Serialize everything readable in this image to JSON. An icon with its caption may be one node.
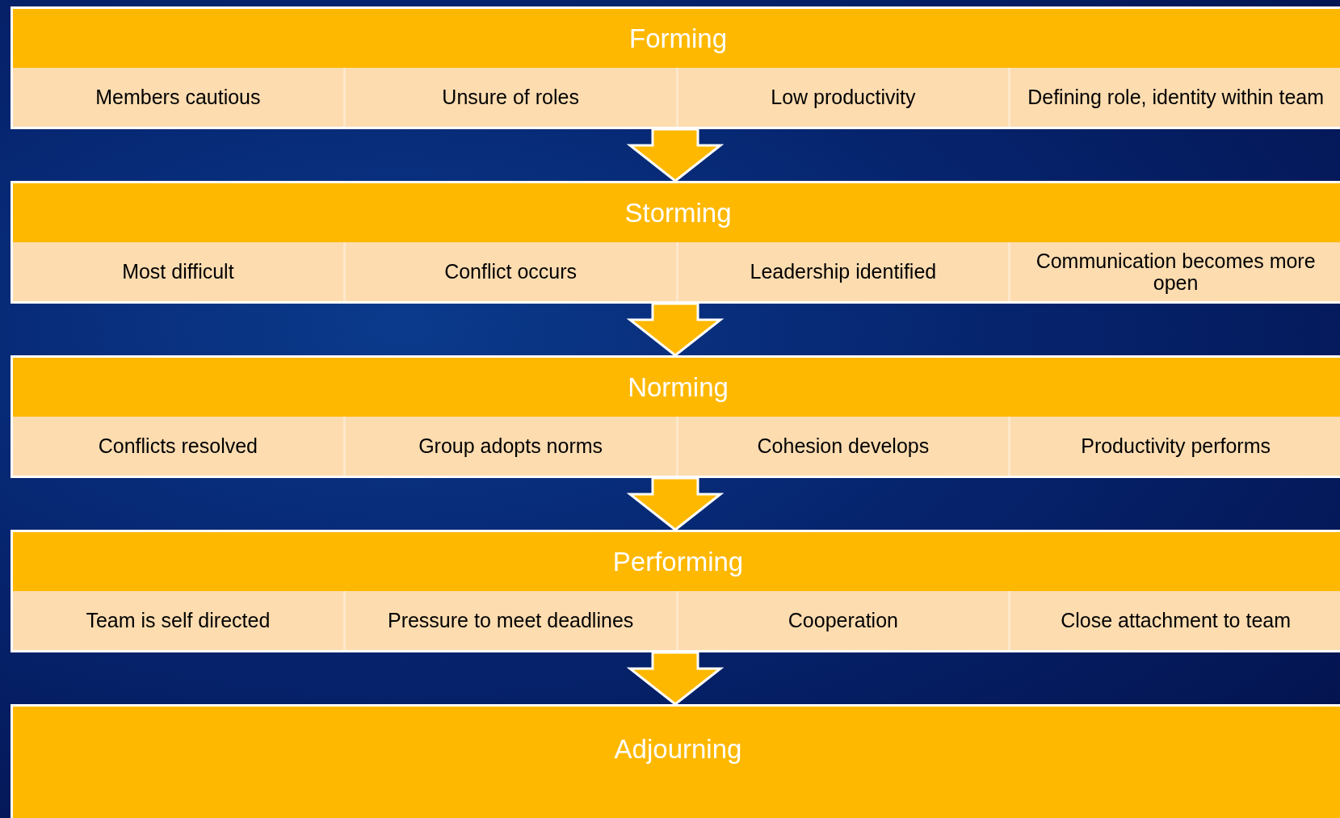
{
  "diagram": {
    "nodes": [
      {
        "text": [
          "Forming"
        ]
      },
      {
        "text": [
          "Members cautious"
        ],
        "in": 0
      },
      {
        "text": [
          "Unsure of roles"
        ],
        "in": 0
      },
      {
        "text": [
          "Low productivity"
        ],
        "in": 0
      },
      {
        "text": [
          "Defining role, identity within team"
        ],
        "in": 0
      },
      {
        "text": [
          "Storming"
        ]
      },
      {
        "text": [
          "Most difficult"
        ],
        "in": 5
      },
      {
        "text": [
          "Conflict occurs"
        ],
        "in": 5
      },
      {
        "text": [
          "Leadership identified"
        ],
        "in": 5
      },
      {
        "text": [
          "Communication becomes more open"
        ],
        "in": 5
      },
      {
        "text": [
          "Norming"
        ]
      },
      {
        "text": [
          "Conflicts resolved"
        ],
        "in": 10
      },
      {
        "text": [
          "Group adopts norms"
        ],
        "in": 10
      },
      {
        "text": [
          "Cohesion develops"
        ],
        "in": 10
      },
      {
        "text": [
          "Productivity performs"
        ],
        "in": 10
      },
      {
        "text": [
          "Performing"
        ]
      },
      {
        "text": [
          "Team is self directed"
        ],
        "in": 15
      },
      {
        "text": [
          "Pressure to meet deadlines"
        ],
        "in": 15
      },
      {
        "text": [
          "Cooperation"
        ],
        "in": 15
      },
      {
        "text": [
          "Close attachment to team"
        ],
        "in": 15
      },
      {
        "text": [
          "Adjourning"
        ]
      }
    ],
    "edges": [
      {
        "from": 0,
        "to": 5,
        "arrow": "to"
      },
      {
        "from": 5,
        "to": 10,
        "arrow": "to"
      },
      {
        "from": 10,
        "to": 15,
        "arrow": "to"
      },
      {
        "from": 15,
        "to": 20,
        "arrow": "to"
      }
    ]
  }
}
